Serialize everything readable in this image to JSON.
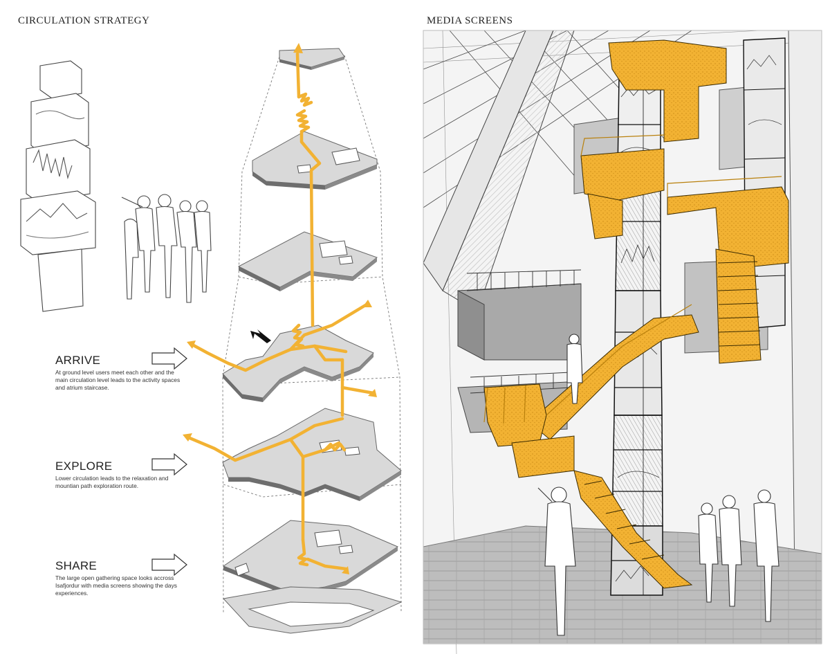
{
  "left_panel": {
    "title": "CIRCULATION STRATEGY",
    "stages": [
      {
        "name": "ARRIVE",
        "description": "At ground level users meet each other and the main circulation level leads to the activity spaces and atrium staircase."
      },
      {
        "name": "EXPLORE",
        "description": "Lower circulation leads to the relaxation and mountian path exploration route."
      },
      {
        "name": "SHARE",
        "description": "The large open gathering space looks accross Isafjordur with media screens showing the days experiences."
      }
    ]
  },
  "right_panel": {
    "title": "MEDIA SCREENS"
  },
  "colors": {
    "circulation_yellow": "#f2b233",
    "slab_grey": "#d9d9d9",
    "slab_edge": "#6e6e6e",
    "line": "#333333"
  },
  "icons": [
    "hollow-arrow-icon",
    "pointer-arrow-icon"
  ]
}
